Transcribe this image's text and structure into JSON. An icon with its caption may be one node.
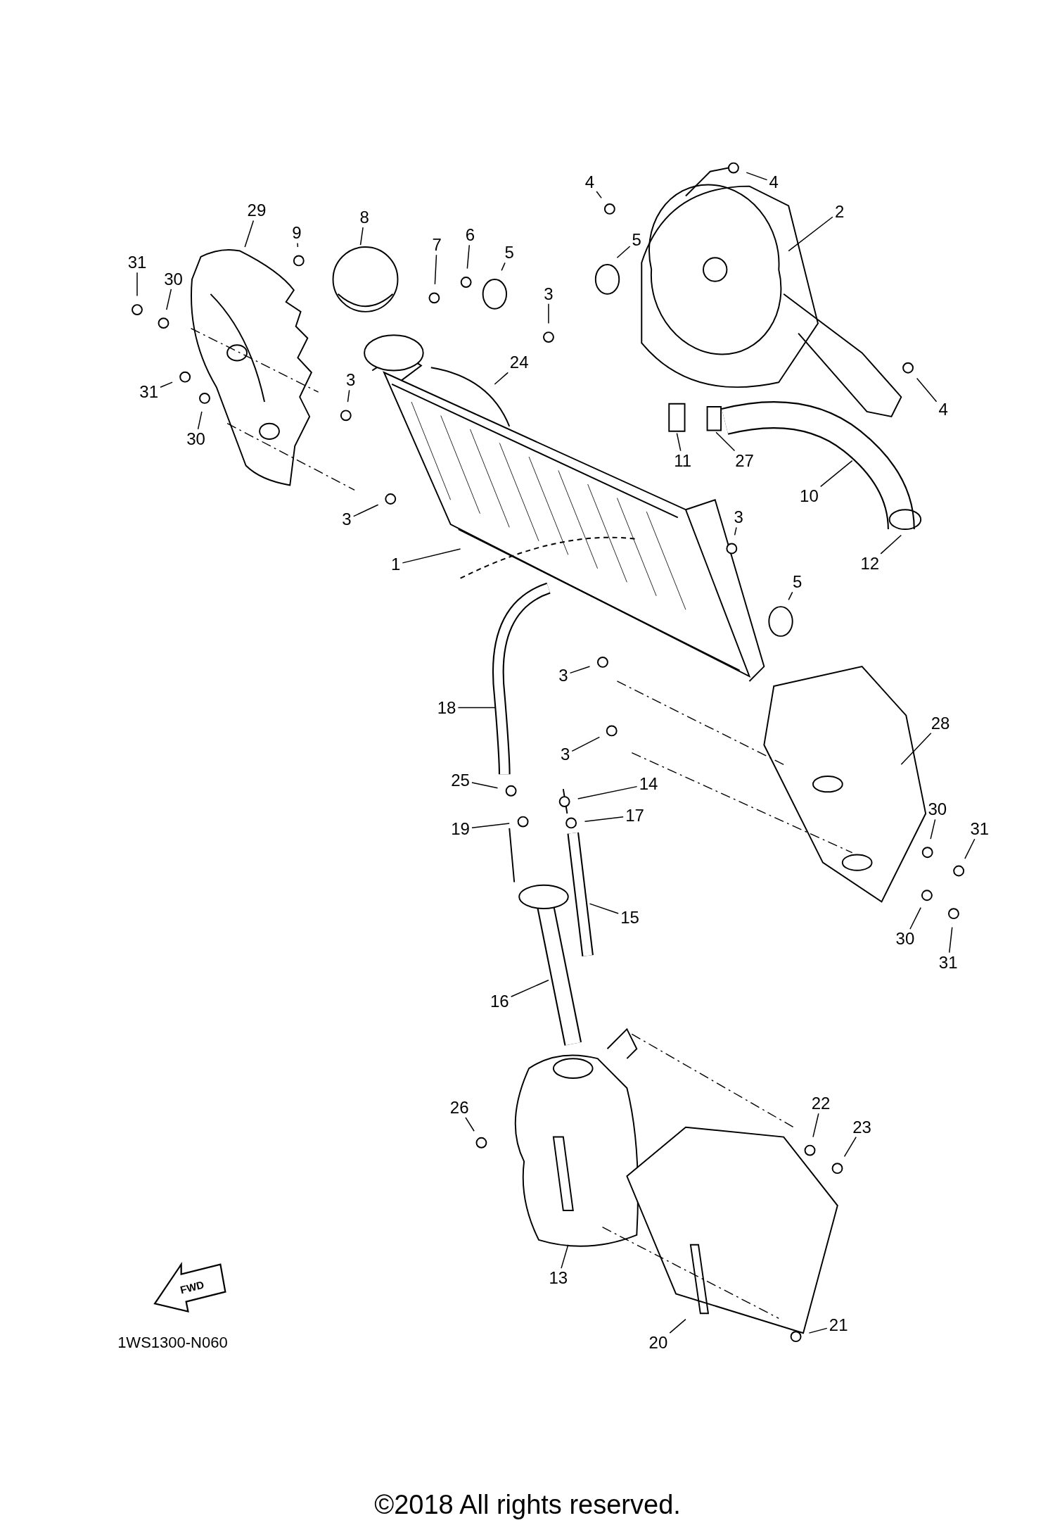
{
  "diagram": {
    "nodes": [
      {
        "text": [
          "4"
        ]
      },
      {
        "text": [
          "4"
        ]
      },
      {
        "text": [
          "2"
        ]
      },
      {
        "text": [
          "29"
        ]
      },
      {
        "text": [
          "9"
        ]
      },
      {
        "text": [
          "8"
        ]
      },
      {
        "text": [
          "7"
        ]
      },
      {
        "text": [
          "6"
        ]
      },
      {
        "text": [
          "5"
        ]
      },
      {
        "text": [
          "31"
        ]
      },
      {
        "text": [
          "30"
        ]
      },
      {
        "text": [
          "3"
        ]
      },
      {
        "text": [
          "5"
        ]
      },
      {
        "text": [
          "24"
        ]
      },
      {
        "text": [
          "3"
        ]
      },
      {
        "text": [
          "31"
        ]
      },
      {
        "text": [
          "4"
        ]
      },
      {
        "text": [
          "11"
        ]
      },
      {
        "text": [
          "27"
        ]
      },
      {
        "text": [
          "30"
        ]
      },
      {
        "text": [
          "10"
        ]
      },
      {
        "text": [
          "3"
        ]
      },
      {
        "text": [
          "3"
        ]
      },
      {
        "text": [
          "1"
        ]
      },
      {
        "text": [
          "12"
        ]
      },
      {
        "text": [
          "5"
        ]
      },
      {
        "text": [
          "3"
        ]
      },
      {
        "text": [
          "18"
        ]
      },
      {
        "text": [
          "28"
        ]
      },
      {
        "text": [
          "3"
        ]
      },
      {
        "text": [
          "25"
        ]
      },
      {
        "text": [
          "14"
        ]
      },
      {
        "text": [
          "17"
        ]
      },
      {
        "text": [
          "30"
        ]
      },
      {
        "text": [
          "31"
        ]
      },
      {
        "text": [
          "19"
        ]
      },
      {
        "text": [
          "15"
        ]
      },
      {
        "text": [
          "30"
        ]
      },
      {
        "text": [
          "31"
        ]
      },
      {
        "text": [
          "16"
        ]
      },
      {
        "text": [
          "26"
        ]
      },
      {
        "text": [
          "22"
        ]
      },
      {
        "text": [
          "23"
        ]
      },
      {
        "text": [
          "13"
        ]
      },
      {
        "text": [
          "21"
        ]
      },
      {
        "text": [
          "20"
        ]
      }
    ],
    "edges": [
      {
        "from": 0,
        "to": null,
        "arrow": "none"
      },
      {
        "from": 1,
        "to": null,
        "arrow": "none"
      },
      {
        "from": 2,
        "to": null,
        "arrow": "none"
      },
      {
        "from": 3,
        "to": null,
        "arrow": "none"
      },
      {
        "from": 4,
        "to": null,
        "arrow": "none"
      },
      {
        "from": 5,
        "to": null,
        "arrow": "none"
      },
      {
        "from": 6,
        "to": null,
        "arrow": "none"
      },
      {
        "from": 7,
        "to": null,
        "arrow": "none"
      },
      {
        "from": 8,
        "to": null,
        "arrow": "none"
      },
      {
        "from": 9,
        "to": null,
        "arrow": "none"
      },
      {
        "from": 10,
        "to": null,
        "arrow": "none"
      },
      {
        "from": 11,
        "to": null,
        "arrow": "none"
      },
      {
        "from": 12,
        "to": null,
        "arrow": "none"
      },
      {
        "from": 13,
        "to": null,
        "arrow": "none"
      },
      {
        "from": 14,
        "to": null,
        "arrow": "none"
      },
      {
        "from": 15,
        "to": null,
        "arrow": "none"
      },
      {
        "from": 16,
        "to": null,
        "arrow": "none"
      },
      {
        "from": 17,
        "to": null,
        "arrow": "none"
      },
      {
        "from": 18,
        "to": null,
        "arrow": "none"
      },
      {
        "from": 19,
        "to": null,
        "arrow": "none"
      },
      {
        "from": 20,
        "to": null,
        "arrow": "none"
      },
      {
        "from": 21,
        "to": null,
        "arrow": "none"
      },
      {
        "from": 22,
        "to": null,
        "arrow": "none"
      },
      {
        "from": 23,
        "to": null,
        "arrow": "none"
      },
      {
        "from": 24,
        "to": null,
        "arrow": "none"
      },
      {
        "from": 25,
        "to": null,
        "arrow": "none"
      },
      {
        "from": 26,
        "to": null,
        "arrow": "none"
      },
      {
        "from": 27,
        "to": null,
        "arrow": "none"
      },
      {
        "from": 28,
        "to": null,
        "arrow": "none"
      },
      {
        "from": 29,
        "to": null,
        "arrow": "none"
      },
      {
        "from": 30,
        "to": null,
        "arrow": "none"
      },
      {
        "from": 31,
        "to": null,
        "arrow": "none"
      },
      {
        "from": 32,
        "to": null,
        "arrow": "none"
      },
      {
        "from": 33,
        "to": null,
        "arrow": "none"
      },
      {
        "from": 34,
        "to": null,
        "arrow": "none"
      },
      {
        "from": 35,
        "to": null,
        "arrow": "none"
      },
      {
        "from": 36,
        "to": null,
        "arrow": "none"
      },
      {
        "from": 37,
        "to": null,
        "arrow": "none"
      },
      {
        "from": 38,
        "to": null,
        "arrow": "none"
      },
      {
        "from": 39,
        "to": null,
        "arrow": "none"
      },
      {
        "from": 40,
        "to": null,
        "arrow": "none"
      },
      {
        "from": 41,
        "to": null,
        "arrow": "none"
      },
      {
        "from": 42,
        "to": null,
        "arrow": "none"
      },
      {
        "from": 43,
        "to": null,
        "arrow": "none"
      },
      {
        "from": 44,
        "to": null,
        "arrow": "none"
      },
      {
        "from": 45,
        "to": null,
        "arrow": "none"
      }
    ],
    "labels": [
      "FWD",
      "1WS1300-N060",
      "©2018 All rights reserved."
    ]
  }
}
